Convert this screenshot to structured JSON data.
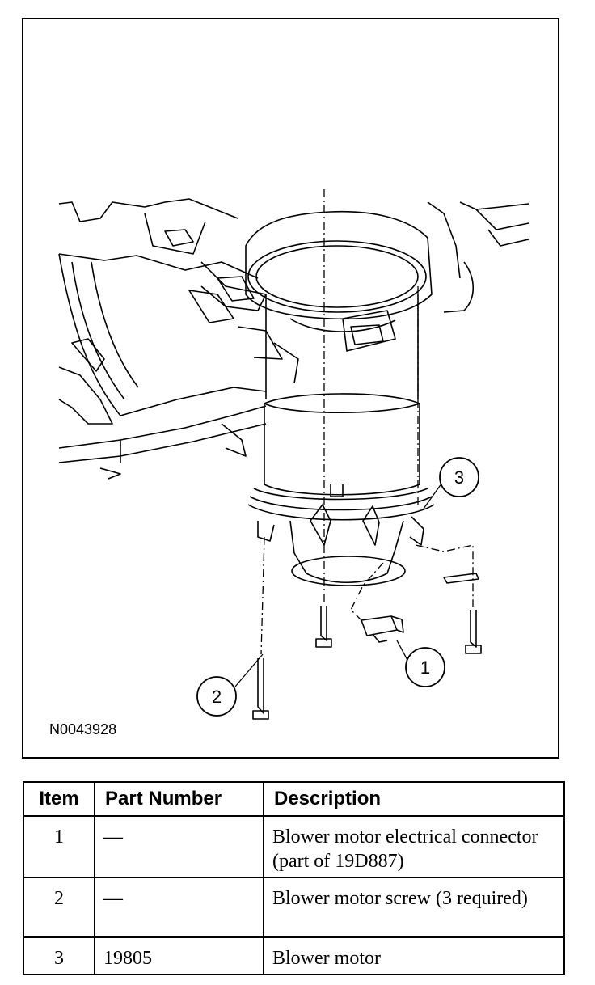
{
  "figure": {
    "id_label": "N0043928",
    "callouts": [
      "1",
      "2",
      "3"
    ]
  },
  "table": {
    "headers": [
      "Item",
      "Part Number",
      "Description"
    ],
    "rows": [
      {
        "item": "1",
        "part_number": "—",
        "description": "Blower motor electrical connector (part of 19D887)"
      },
      {
        "item": "2",
        "part_number": "—",
        "description": "Blower motor screw (3 required)"
      },
      {
        "item": "3",
        "part_number": "19805",
        "description": "Blower motor"
      }
    ]
  }
}
